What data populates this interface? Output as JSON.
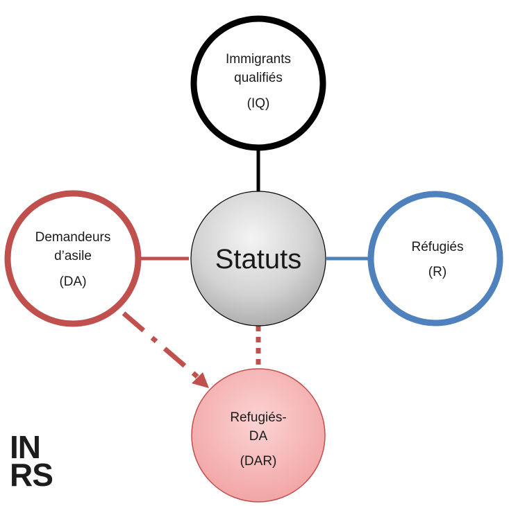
{
  "diagram": {
    "center": {
      "label": "Statuts"
    },
    "nodes": {
      "iq": {
        "line1": "Immigrants",
        "line2": "qualifiés",
        "abbr": "(IQ)",
        "color": "#000000"
      },
      "da": {
        "line1": "Demandeurs",
        "line2": "d’asile",
        "abbr": "(DA)",
        "color": "#c0504d"
      },
      "r": {
        "line1": "Réfugiés",
        "abbr": "(R)",
        "color": "#4f81bd"
      },
      "dar": {
        "line1": "Refugiés-",
        "line2": "DA",
        "abbr": "(DAR)",
        "color": "#c0504d",
        "fill": "#f5b7b7"
      }
    }
  },
  "logo": {
    "line1": "IN",
    "line2": "RS"
  }
}
